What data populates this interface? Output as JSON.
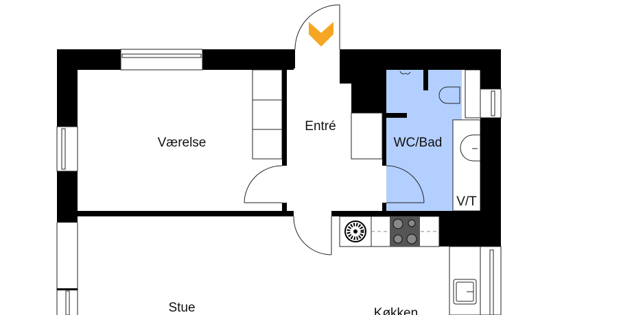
{
  "floorplan": {
    "rooms": {
      "vaerelse": "Værelse",
      "entre": "Entré",
      "wc_bad": "WC/Bad",
      "vt": "V/T",
      "stue": "Stue",
      "kokken": "Køkken"
    },
    "colors": {
      "wall": "#000000",
      "bathroom_fill": "#b3cfff",
      "entrance_marker": "#f5a623",
      "hob": "#555555"
    }
  }
}
